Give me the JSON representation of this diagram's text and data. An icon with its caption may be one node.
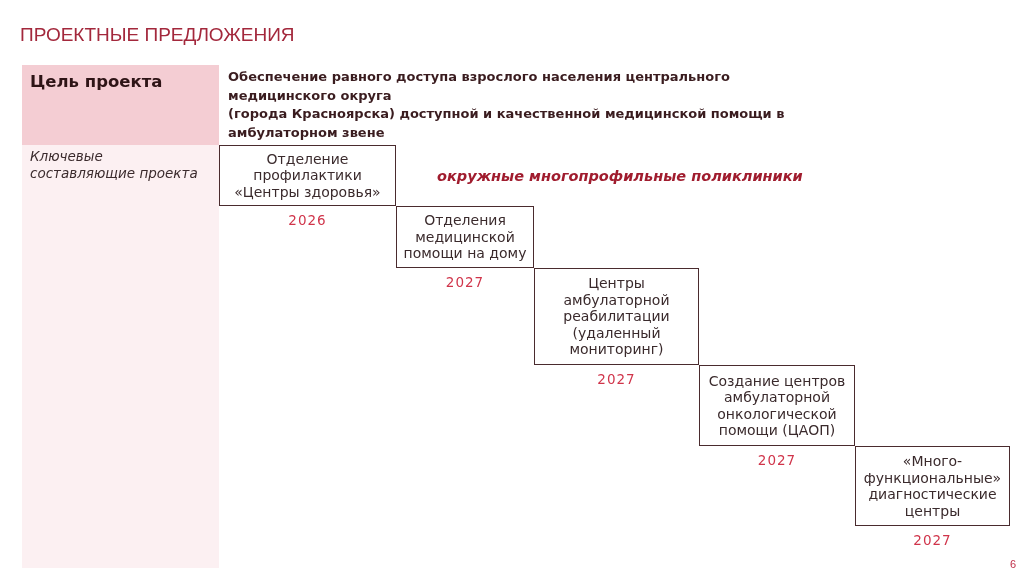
{
  "diagram": {
    "title": "ПРОЕКТНЫЕ ПРЕДЛОЖЕНИЯ",
    "nodes": [
      {
        "text": [
          "Цель проекта"
        ],
        "beside": [
          "Обеспечение равного доступа взрослого населения центрального медицинского округа",
          "(города Красноярска) доступной и качественной медицинской помощи в амбулаторном звене"
        ]
      },
      {
        "text": [
          "Ключевые составляющие проекта"
        ]
      },
      {
        "text": [
          "Отделение профилактики «Центры здоровья»"
        ],
        "beside": [
          "2026"
        ]
      },
      {
        "text": [
          "Отделения медицинской помощи на дому"
        ],
        "beside": [
          "2027"
        ]
      },
      {
        "text": [
          "Центры амбулаторной реабилитации (удаленный мониторинг)"
        ],
        "beside": [
          "2027"
        ]
      },
      {
        "text": [
          "Создание центров амбулаторной онкологической помощи (ЦАОП)"
        ],
        "beside": [
          "2027"
        ]
      },
      {
        "text": [
          "«Много-функциональные» диагностические центры"
        ],
        "beside": [
          "2027"
        ]
      }
    ],
    "labels": [
      "окружные многопрофильные поликлиники",
      "6"
    ]
  }
}
